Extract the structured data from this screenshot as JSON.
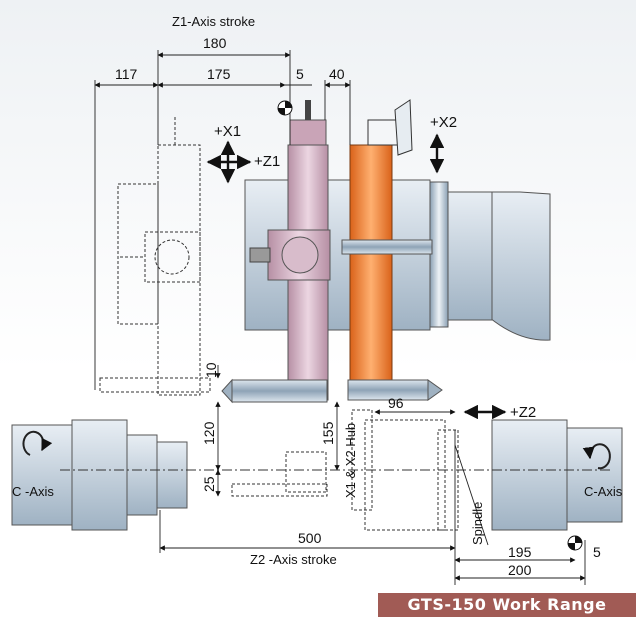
{
  "diagram": {
    "z1_stroke_label": "Z1-Axis stroke",
    "z1_stroke": "180",
    "dim_117": "117",
    "dim_175": "175",
    "dim_5_top": "5",
    "dim_40": "40",
    "plus_x1": "+X1",
    "plus_z1": "+Z1",
    "plus_x2": "+X2",
    "plus_z2": "+Z2",
    "dim_10": "10",
    "dim_96": "96",
    "dim_120": "120",
    "dim_155": "155",
    "hub_label": "X1 & X2 Hub",
    "dim_25": "25",
    "dim_500": "500",
    "z2_stroke_label": "Z2 -Axis stroke",
    "dim_195": "195",
    "dim_5_bottom": "5",
    "dim_200": "200",
    "c_axis_left": "C -Axis",
    "c_axis_right": "C-Axis",
    "spindle_label": "Spindle"
  },
  "footer": {
    "title": "GTS-150  Work Range"
  },
  "colors": {
    "turret_x1": "#d9b8c8",
    "turret_x2": "#f08a3a",
    "banner": "#a15b55",
    "machine": "#b9c7d4"
  }
}
